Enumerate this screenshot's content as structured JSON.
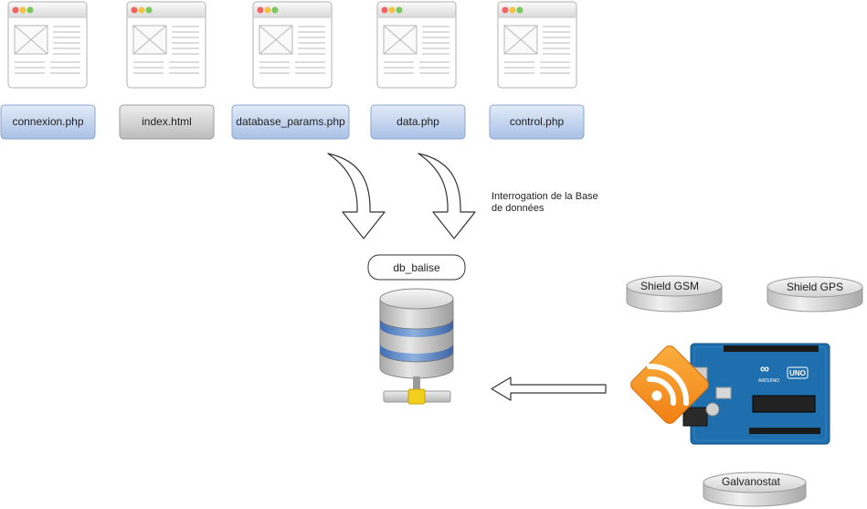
{
  "files": [
    {
      "name": "connexion.php",
      "style": "blue"
    },
    {
      "name": "index.html",
      "style": "gray"
    },
    {
      "name": "database_params.php",
      "style": "blue"
    },
    {
      "name": "data.php",
      "style": "blue"
    },
    {
      "name": "control.php",
      "style": "blue"
    }
  ],
  "annotation": {
    "line1": "Interrogation de la Base",
    "line2": "de données"
  },
  "database": {
    "label": "db_balise"
  },
  "modules": {
    "gsm": "Shield GSM",
    "gps": "Shield GPS",
    "galvano": "Galvanostat"
  },
  "board": {
    "brand": "ARDUINO",
    "model": "UNO"
  },
  "colors": {
    "blue_button_top": "#dce7f7",
    "blue_button_bottom": "#a7bfe6",
    "gray_button_top": "#ececec",
    "gray_button_bottom": "#bdbdbd",
    "db_stripe": "#5b86c6",
    "db_connector": "#f2cf1c",
    "feed_orange": "#f7941d",
    "board_blue": "#1f6fae"
  }
}
